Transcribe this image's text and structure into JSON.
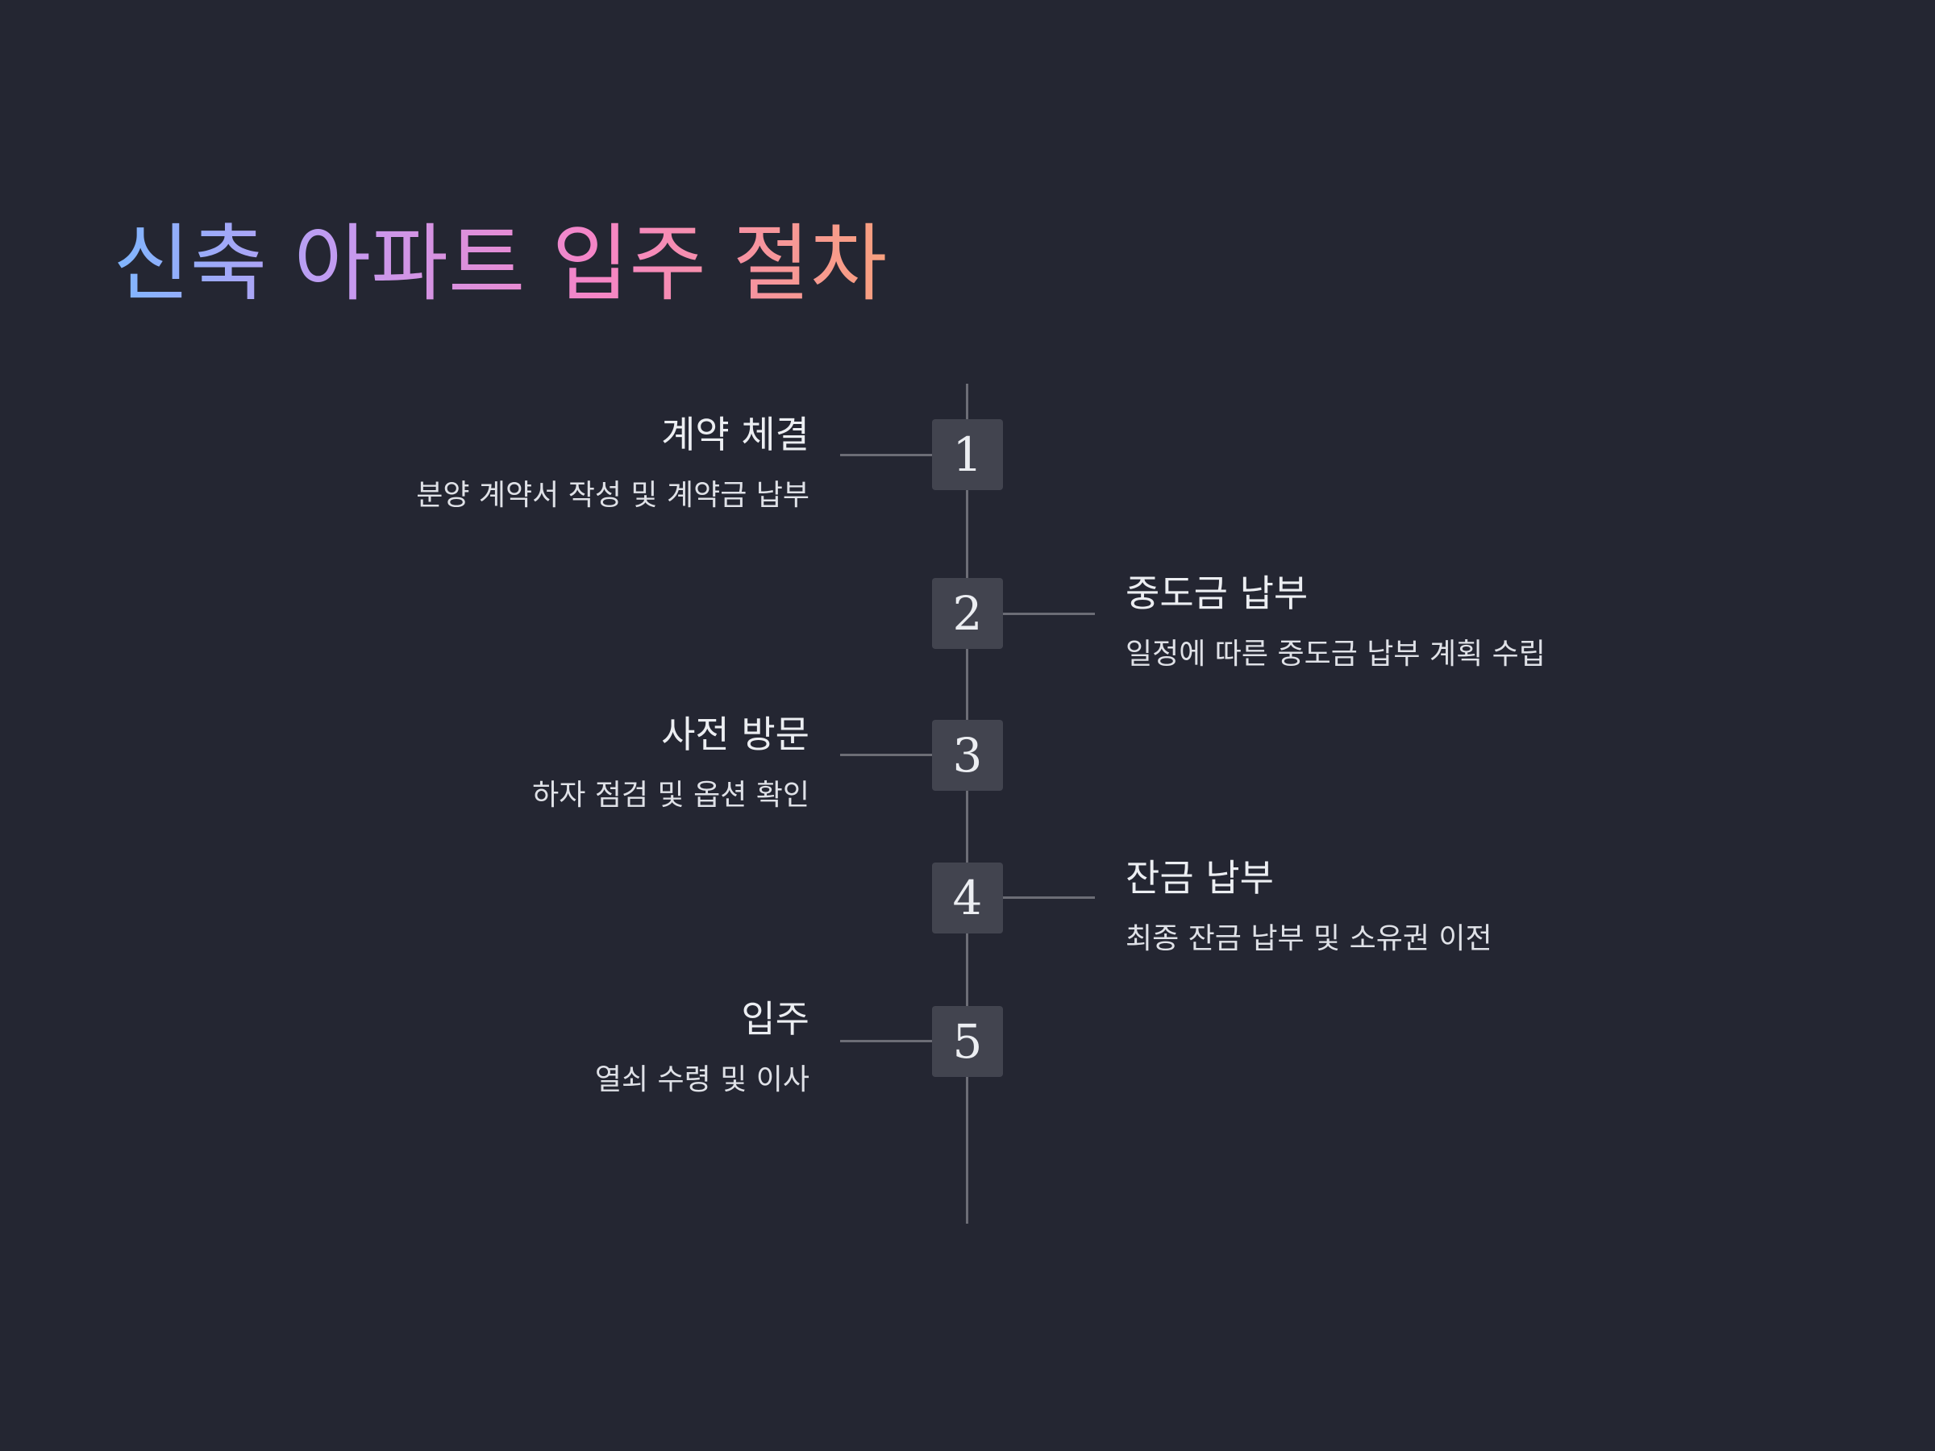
{
  "title": "신축 아파트 입주 절차",
  "steps": [
    {
      "number": "1",
      "title": "계약 체결",
      "description": "분양 계약서 작성 및 계약금 납부",
      "side": "left"
    },
    {
      "number": "2",
      "title": "중도금 납부",
      "description": "일정에 따른 중도금 납부 계획 수립",
      "side": "right"
    },
    {
      "number": "3",
      "title": "사전 방문",
      "description": "하자 점검 및 옵션 확인",
      "side": "left"
    },
    {
      "number": "4",
      "title": "잔금 납부",
      "description": "최종 잔금 납부 및 소유권 이전",
      "side": "right"
    },
    {
      "number": "5",
      "title": "입주",
      "description": "열쇠 수령 및 이사",
      "side": "left"
    }
  ],
  "colors": {
    "background": "#242632",
    "box": "#42444f",
    "line": "#6c6d76",
    "title_gradient": [
      "#7fb6ff",
      "#c59af0",
      "#f585c7",
      "#f8a07e"
    ]
  }
}
